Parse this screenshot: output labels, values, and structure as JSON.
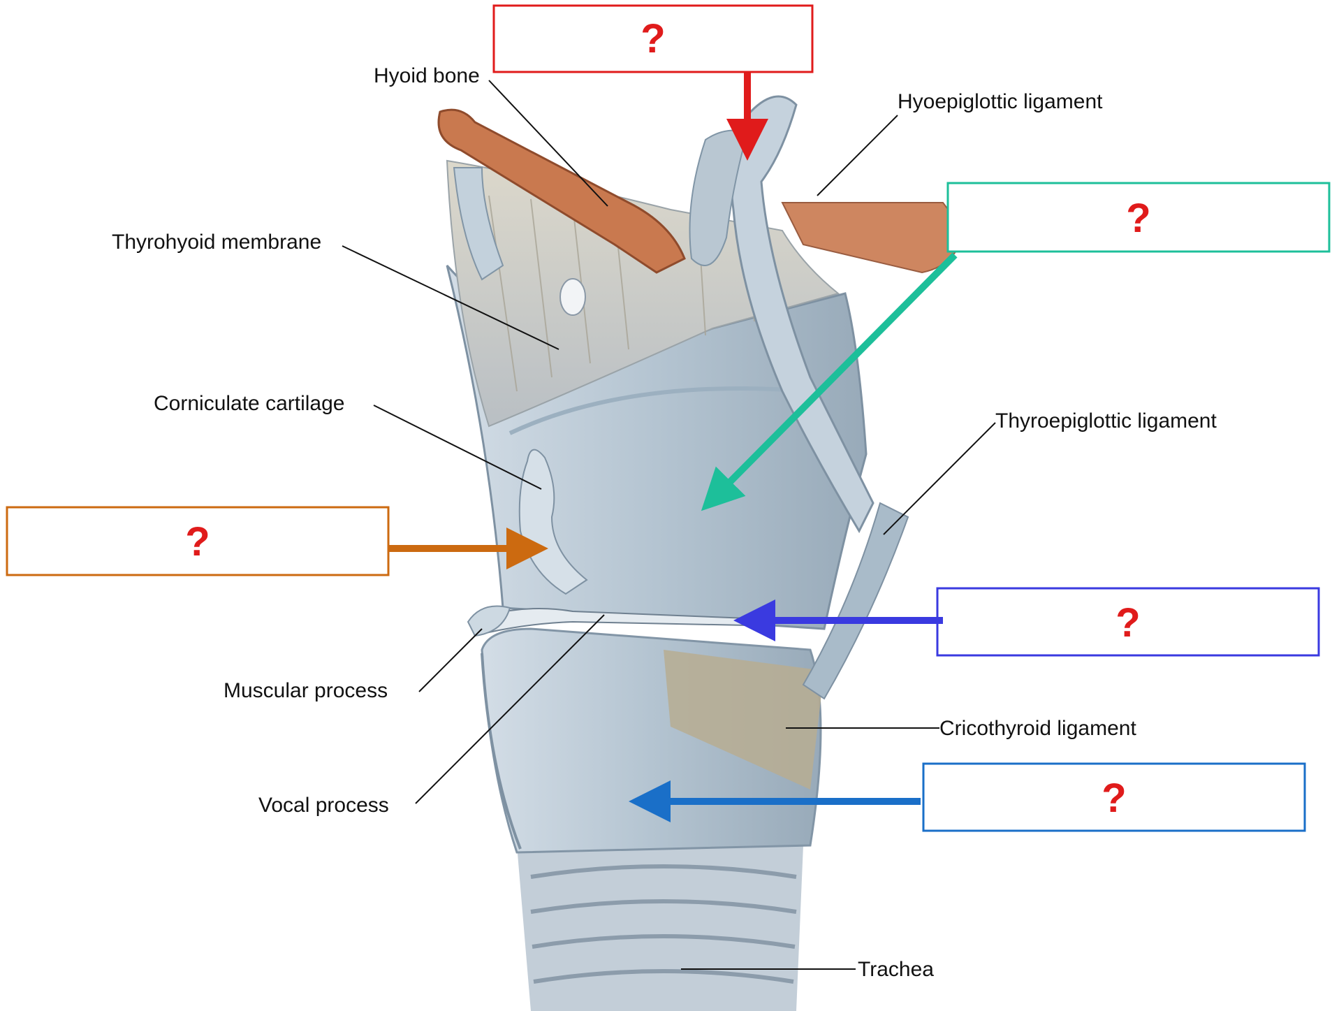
{
  "labels": {
    "hyoid_bone": "Hyoid bone",
    "hyoepiglottic_ligament": "Hyoepiglottic ligament",
    "thyrohyoid_membrane": "Thyrohyoid membrane",
    "corniculate_cartilage": "Corniculate cartilage",
    "thyroepiglottic_ligament": "Thyroepiglottic ligament",
    "muscular_process": "Muscular process",
    "cricothyroid_ligament": "Cricothyroid ligament",
    "vocal_process": "Vocal process",
    "trachea": "Trachea"
  },
  "quiz_boxes": [
    {
      "text": "?",
      "color": "#e01b1b"
    },
    {
      "text": "?",
      "color": "#1dbf9a"
    },
    {
      "text": "?",
      "color": "#cc6a10"
    },
    {
      "text": "?",
      "color": "#3a3ae0"
    },
    {
      "text": "?",
      "color": "#1a6fc8"
    }
  ],
  "colors": {
    "cartilage": "#b7c6d2",
    "cartilage_dark": "#8fa3b3",
    "bone": "#c9794f",
    "membrane": "#c8c2b0"
  }
}
